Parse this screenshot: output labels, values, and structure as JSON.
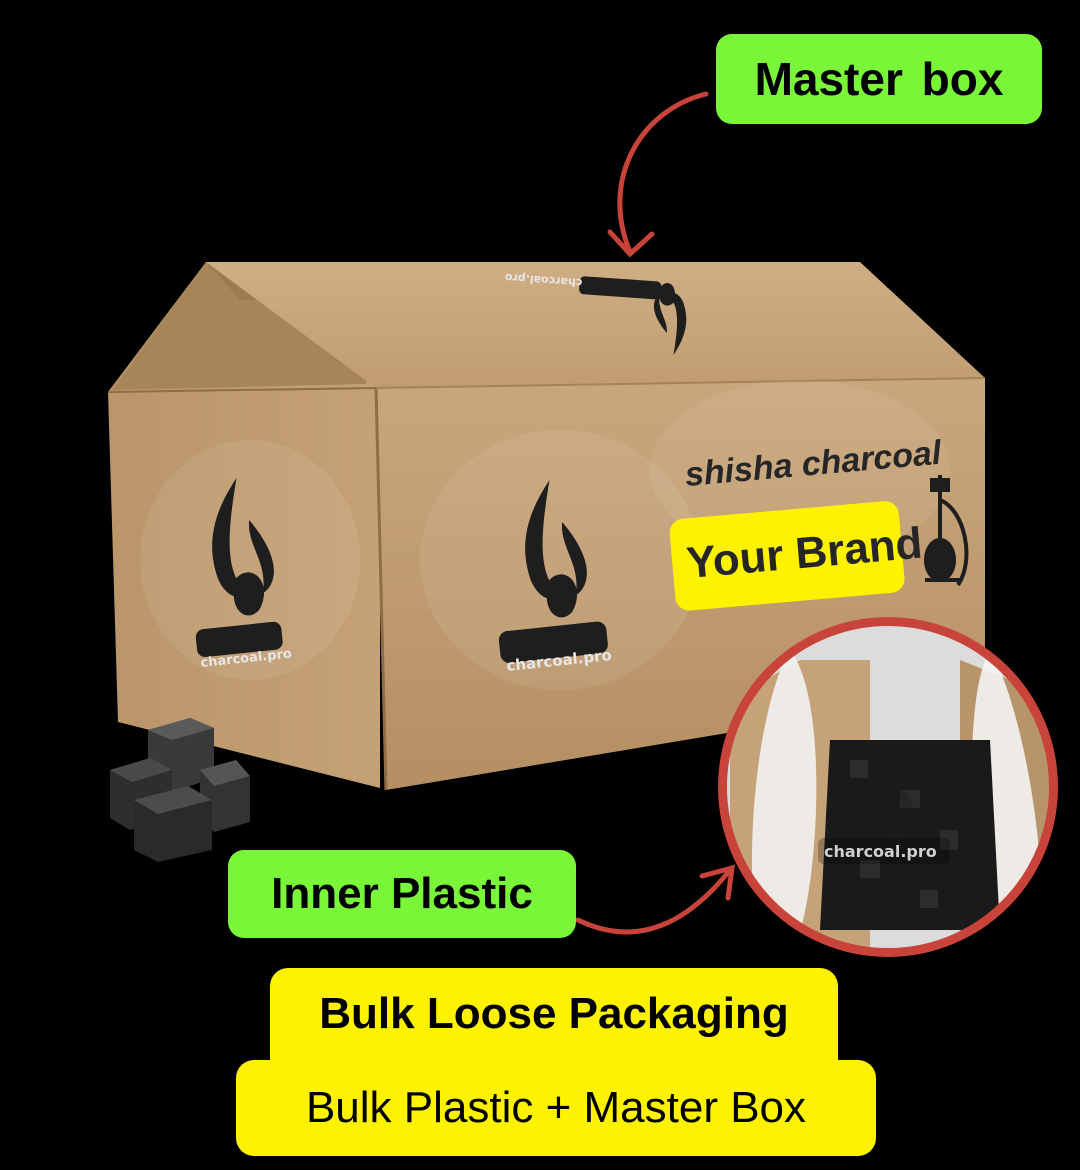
{
  "labels": {
    "master_box": "Master  box",
    "inner_plastic": "Inner Plastic",
    "title": "Bulk Loose Packaging",
    "subtitle": "Bulk Plastic + Master Box"
  },
  "box_print": {
    "product": "shisha charcoal",
    "brand_placeholder": "Your Brand",
    "logo_text": "charcoal.pro"
  },
  "inset": {
    "watermark": "charcoal.pro"
  },
  "colors": {
    "background": "#000000",
    "callout_green": "#79f637",
    "title_yellow": "#fff200",
    "arrow_red": "#c8443a",
    "cardboard": "#c4a277"
  },
  "icons": [
    "flame-logo-icon",
    "hookah-icon",
    "charcoal-cubes"
  ]
}
